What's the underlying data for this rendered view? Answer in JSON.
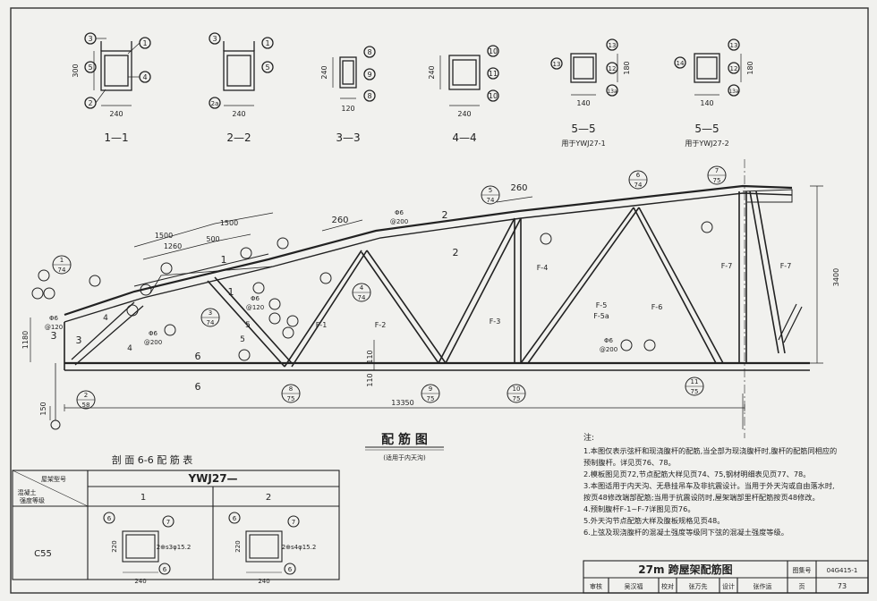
{
  "sections": [
    {
      "title": "1—1",
      "width": "240",
      "height": "300",
      "labels": [
        "3",
        "1",
        "5",
        "4",
        "2"
      ]
    },
    {
      "title": "2—2",
      "width": "240",
      "height": "",
      "labels": [
        "3",
        "1",
        "5",
        "2a"
      ]
    },
    {
      "title": "3—3",
      "width": "120",
      "height": "240",
      "labels": [
        "8",
        "9",
        "8"
      ]
    },
    {
      "title": "4—4",
      "width": "240",
      "height": "240",
      "labels": [
        "10",
        "11",
        "10"
      ]
    },
    {
      "title": "5—5",
      "subtitle": "用于YWJ27-1",
      "width": "140",
      "height": "180",
      "labels": [
        "13",
        "13",
        "12",
        "13a"
      ]
    },
    {
      "title": "5—5",
      "subtitle": "用于YWJ27-2",
      "width": "140",
      "height": "180",
      "labels": [
        "13",
        "14",
        "12",
        "13a"
      ]
    }
  ],
  "truss": {
    "title": "配 筋 图",
    "subtitle": "(适用于内天沟)",
    "dims": [
      "1500",
      "1500",
      "1260",
      "500",
      "260",
      "260",
      "3400",
      "1180",
      "150",
      "13350",
      "110",
      "110"
    ],
    "members": [
      "F-1",
      "F-2",
      "F-3",
      "F-4",
      "F-5",
      "F-5a",
      "F-6",
      "F-7",
      "F-7"
    ],
    "rebar_notes": [
      {
        "line1": "Φ6",
        "line2": "@200"
      },
      {
        "line1": "Φ6",
        "line2": "@120"
      },
      {
        "line1": "Φ6",
        "line2": "@120"
      },
      {
        "line1": "Φ6",
        "line2": "@200"
      },
      {
        "line1": "Φ6",
        "line2": "@200"
      }
    ],
    "section_marks": [
      "1",
      "1",
      "2",
      "2",
      "3",
      "3",
      "4",
      "4",
      "5",
      "5",
      "6",
      "6"
    ],
    "callouts": [
      {
        "num": "1",
        "page": "74"
      },
      {
        "num": "2",
        "page": "58"
      },
      {
        "num": "3",
        "page": "74"
      },
      {
        "num": "4",
        "page": "74"
      },
      {
        "num": "5",
        "page": "74"
      },
      {
        "num": "6",
        "page": "74"
      },
      {
        "num": "7",
        "page": "75"
      },
      {
        "num": "8",
        "page": "75"
      },
      {
        "num": "9",
        "page": "75"
      },
      {
        "num": "10",
        "page": "75"
      },
      {
        "num": "11",
        "page": "75"
      }
    ]
  },
  "schedule": {
    "title": "剖 面 6-6 配 筋 表",
    "header_type": "屋架型号",
    "header_concrete_1": "混凝土",
    "header_concrete_2": "强度等级",
    "model": "YWJ27—",
    "col1": "1",
    "col2": "2",
    "grade": "C55",
    "cell1_bars": "2⊕s3φ15.2",
    "cell2_bars": "2⊕s4φ15.2",
    "cell_width": "240",
    "cell_height": "220",
    "cell_labels": [
      "6",
      "7",
      "6"
    ]
  },
  "notes": {
    "heading": "注:",
    "items": [
      "1.本图仅表示弦杆和现浇腹杆的配筋,当全部为现浇腹杆时,腹杆的配筋同相应的",
      "   预制腹杆。详见页76、78。",
      "2.模板图见页72,节点配筋大样见页74、75,钢材明细表见页77、78。",
      "3.本图适用于内天沟、无悬挂吊车及非抗震设计。当用于外天沟或自由落水时,",
      "   按页48修改端部配筋;当用于抗震设防时,屋架端部里杆配筋按页48修改。",
      "4.预制腹杆F-1~F-7详图见页76。",
      "5.外天沟节点配筋大样及腹板规格见页48。",
      "6.上弦及现浇腹杆的混凝土强度等级同下弦的混凝土强度等级。"
    ]
  },
  "title_block": {
    "drawing_title": "27m 跨屋架配筋图",
    "atlas_label": "图集号",
    "atlas_no": "04G415-1",
    "page_label": "页",
    "page_no": "73",
    "roles": [
      "审核",
      "吴汉福",
      "校对",
      "张万先",
      "设计",
      "张作运"
    ]
  }
}
